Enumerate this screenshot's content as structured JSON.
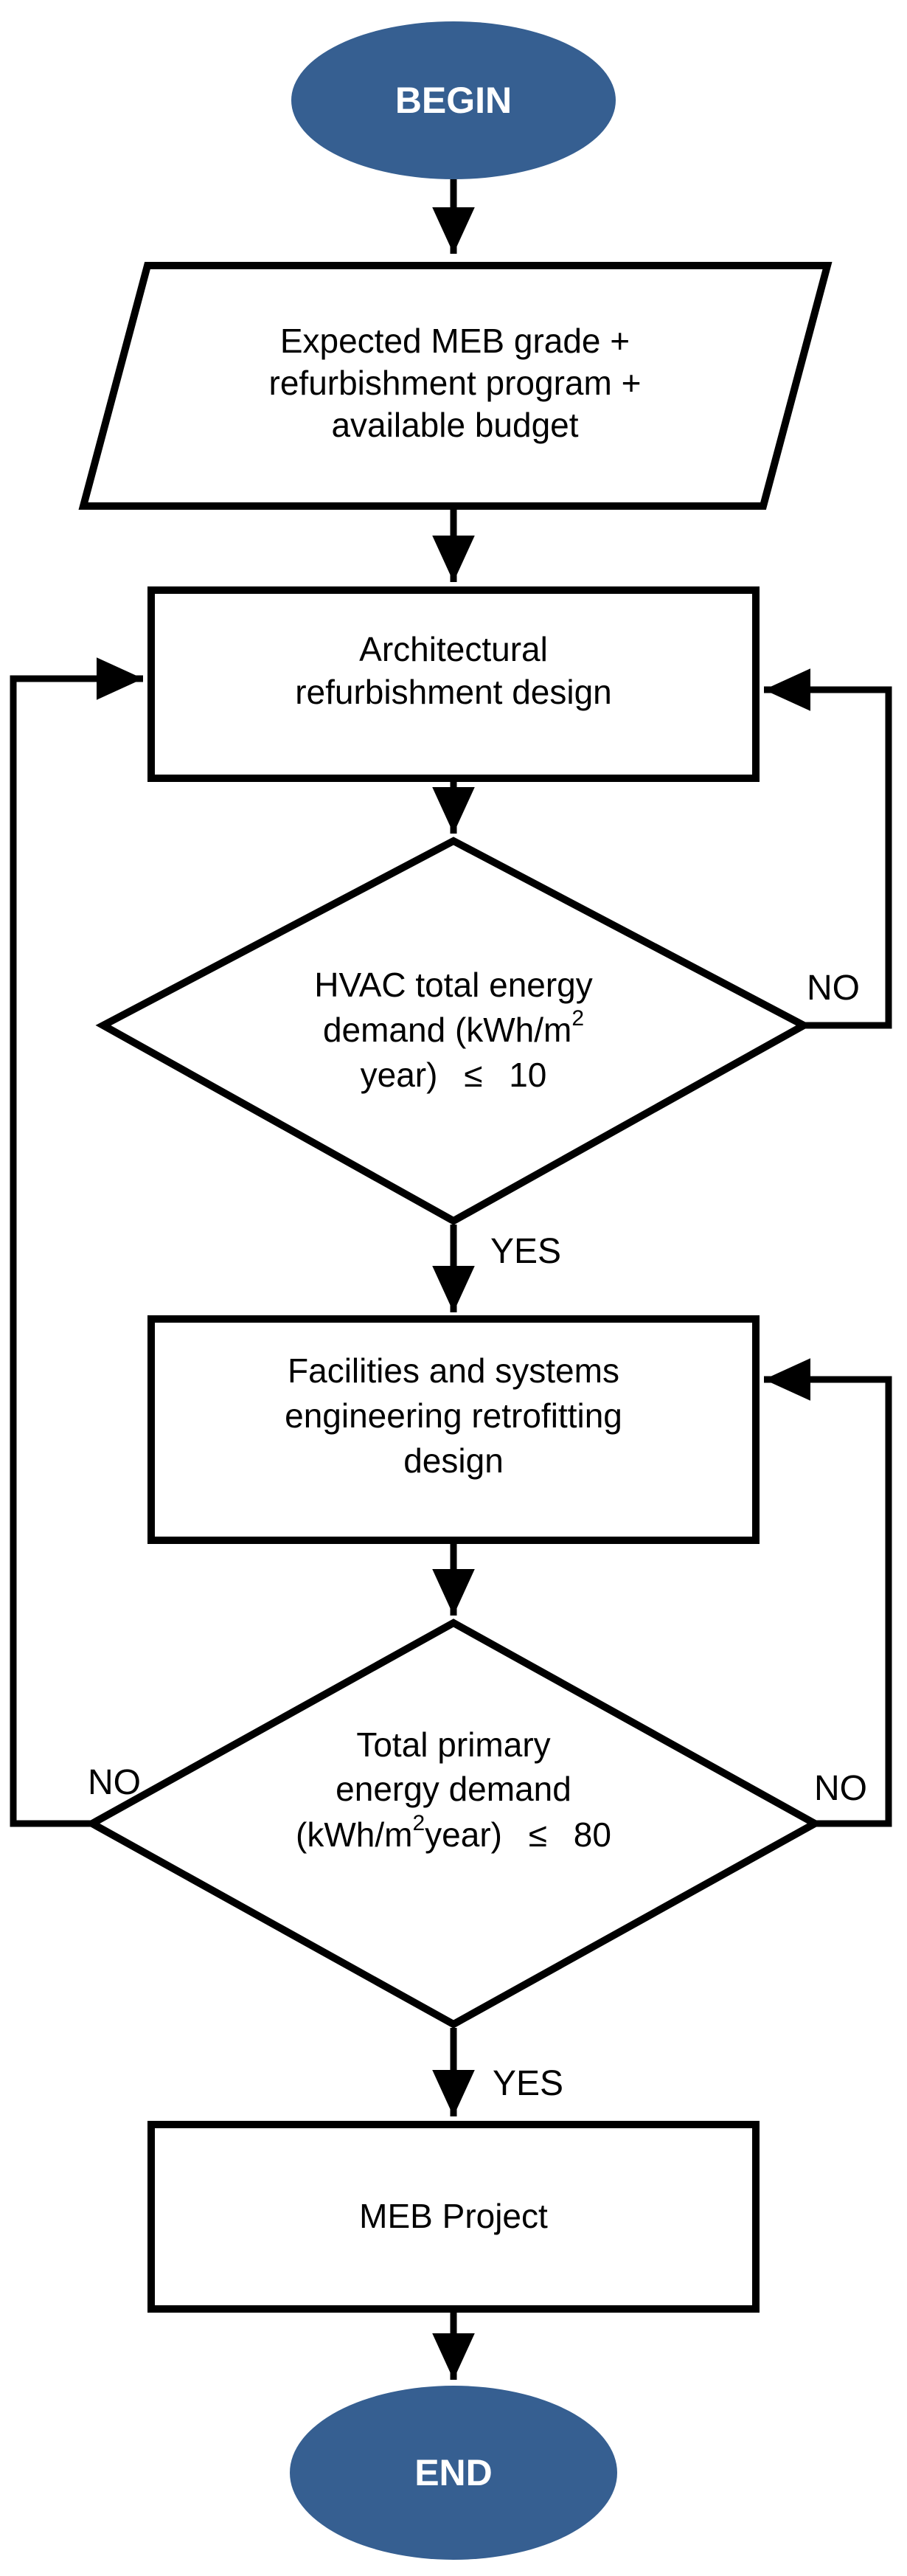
{
  "colors": {
    "terminator_fill": "#365F91",
    "terminator_text": "#FFFFFF",
    "shape_fill": "#FFFFFF",
    "line": "#000000"
  },
  "flowchart": {
    "begin": {
      "label": "BEGIN"
    },
    "input_data": {
      "lines": [
        "Expected MEB grade +",
        "refurbishment program +",
        "available budget"
      ]
    },
    "architectural_design": {
      "lines": [
        "Architectural",
        "refurbishment design"
      ]
    },
    "hvac_decision": {
      "line1": "HVAC total energy",
      "line2_pre": "demand (kWh/m",
      "line2_sup": "2",
      "line3": "year)  ≤  10"
    },
    "facilities_design": {
      "lines": [
        "Facilities and systems",
        "engineering retrofitting",
        "design"
      ]
    },
    "primary_energy_decision": {
      "line1": "Total primary",
      "line2": "energy demand",
      "line3_pre": "(kWh/m",
      "line3_sup": "2",
      "line3_post": "year)  ≤  80"
    },
    "meb_project": {
      "label": "MEB Project"
    },
    "end": {
      "label": "END"
    },
    "branch_labels": {
      "hvac_no": "NO",
      "hvac_yes": "YES",
      "primary_no_left": "NO",
      "primary_no_right": "NO",
      "primary_yes": "YES"
    }
  }
}
